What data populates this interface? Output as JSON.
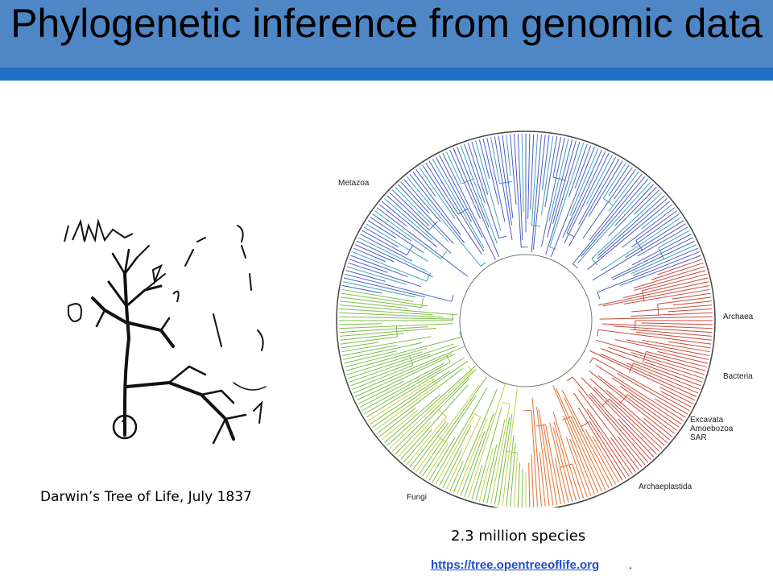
{
  "slide": {
    "title": "Phylogenetic inference from genomic data",
    "left_caption": "Darwin’s Tree of Life, July 1837",
    "species_caption": "2.3 million species",
    "link_text": "https://tree.opentreeoflife.org",
    "link_suffix": "."
  },
  "sketch": {
    "handwriting": "I think"
  },
  "tree": {
    "clades": [
      "Metazoa",
      "Archaea",
      "Bacteria",
      "Excavata",
      "Amoebozoa",
      "SAR",
      "Archaeplastida",
      "Fungi"
    ]
  },
  "colors": {
    "title_bar": "#4f87c6",
    "title_rule": "#1f6fc2",
    "link": "#1f4ec8",
    "clade_colors": [
      "#4a5fc2",
      "#3fa6b5",
      "#7dbd4a",
      "#c8d040",
      "#e07030",
      "#c84a3a"
    ]
  }
}
